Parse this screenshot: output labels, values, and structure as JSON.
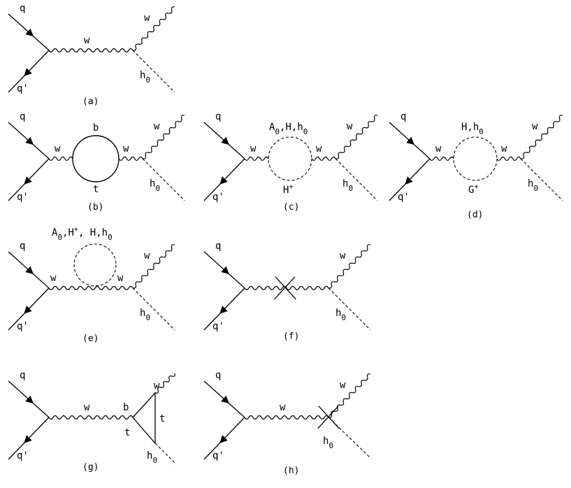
{
  "diagrams": [
    {
      "id": "a",
      "caption": "(a)",
      "labels": {
        "q": "q",
        "qbar": "q'",
        "w_prop": "w",
        "w_out": "w",
        "h": "h",
        "h_sub": "0"
      }
    },
    {
      "id": "b",
      "caption": "(b)",
      "labels": {
        "q": "q",
        "qbar": "q'",
        "w_left": "w",
        "w_right": "w",
        "w_out": "w",
        "h": "h",
        "h_sub": "0",
        "loop_top": "b",
        "loop_bottom": "t"
      }
    },
    {
      "id": "c",
      "caption": "(c)",
      "labels": {
        "q": "q",
        "qbar": "q'",
        "w_left": "w",
        "w_right": "w",
        "w_out": "w",
        "h": "h",
        "h_sub": "0",
        "loop_top": [
          {
            "t": "A"
          },
          {
            "t": "0",
            "s": "sub"
          },
          {
            "t": ",H,h"
          },
          {
            "t": "0",
            "s": "sub"
          }
        ],
        "loop_bottom": [
          {
            "t": "H"
          },
          {
            "t": "+",
            "s": "sup"
          }
        ]
      }
    },
    {
      "id": "d",
      "caption": "(d)",
      "labels": {
        "q": "q",
        "qbar": "q'",
        "w_left": "w",
        "w_right": "w",
        "w_out": "w",
        "h": "h",
        "h_sub": "0",
        "loop_top": [
          {
            "t": "H,h"
          },
          {
            "t": "0",
            "s": "sub"
          }
        ],
        "loop_bottom": [
          {
            "t": "G"
          },
          {
            "t": "+",
            "s": "sup"
          }
        ]
      }
    },
    {
      "id": "e",
      "caption": "(e)",
      "labels": {
        "q": "q",
        "qbar": "q'",
        "w_left": "w",
        "w_right": "w",
        "w_out": "w",
        "h": "h",
        "h_sub": "0",
        "loop_top": [
          {
            "t": "A"
          },
          {
            "t": "0",
            "s": "sub"
          },
          {
            "t": ",H"
          },
          {
            "t": "+",
            "s": "sup"
          },
          {
            "t": ", H,h"
          },
          {
            "t": "0",
            "s": "sub"
          }
        ]
      }
    },
    {
      "id": "f",
      "caption": "(f)",
      "labels": {
        "q": "q",
        "qbar": "q'",
        "w_out": "w",
        "h": "h",
        "h_sub": "0"
      }
    },
    {
      "id": "g",
      "caption": "(g)",
      "labels": {
        "q": "q",
        "qbar": "q'",
        "w_prop": "w",
        "w_out": "w",
        "h": "h",
        "h_sub": "0",
        "tri_b": "b",
        "tri_t_left": "t",
        "tri_t_right": "t"
      }
    },
    {
      "id": "h",
      "caption": "(h)",
      "labels": {
        "q": "q",
        "qbar": "q'",
        "w_prop": "w",
        "w_out": "w",
        "h": "h",
        "h_sub": "0"
      }
    }
  ]
}
